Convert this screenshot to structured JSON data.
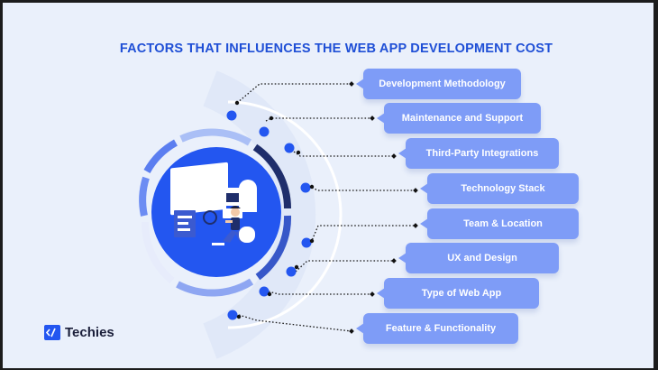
{
  "title": "FACTORS THAT INFLUENCES THE WEB APP DEVELOPMENT COST",
  "factors": [
    "Development Methodology",
    "Maintenance and Support",
    "Third-Party Integrations",
    "Technology Stack",
    "Team & Location",
    "UX and Design",
    "Type of Web App",
    "Feature & Functionality"
  ],
  "brand": {
    "name": "Techies",
    "icon": "code-slash-icon"
  },
  "colors": {
    "background": "#eaf0fb",
    "accent": "#2356f0",
    "pill": "#7e9cf7",
    "title": "#1f4fd6"
  }
}
